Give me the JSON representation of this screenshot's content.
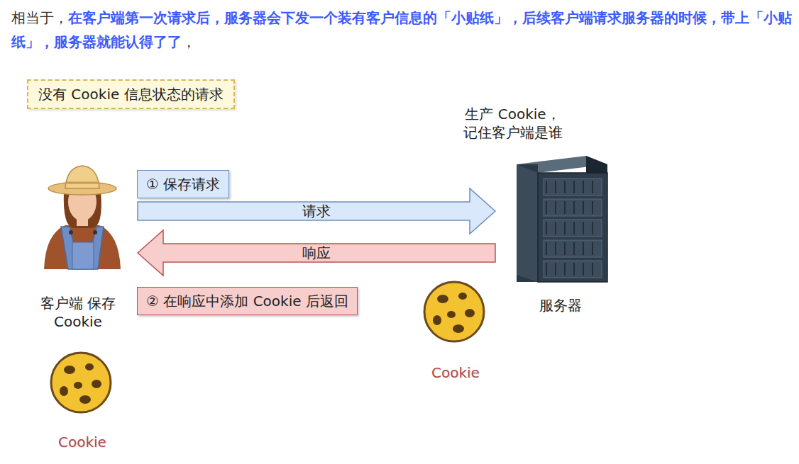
{
  "diagram": {
    "nodes": [
      {
        "text": [
          "没有 Cookie 信息状态的请求"
        ]
      },
      {
        "text": [
          "客户端 保存 Cookie"
        ]
      },
      {
        "text": [
          "① 保存请求"
        ]
      },
      {
        "text": [
          "生产 Cookie， 记住客户端是谁",
          "服务器"
        ]
      },
      {
        "text": [
          "② 在响应中添加 Cookie 后返回"
        ]
      }
    ],
    "edges": [
      {
        "from": 1,
        "to": 3,
        "label": "请求",
        "arrow": "to"
      },
      {
        "from": 3,
        "to": 1,
        "label": "响应",
        "arrow": "to"
      }
    ],
    "labels": [
      "相当于，",
      "在客户端第一次请求后，服务器会下发一个装有客户信息的「小贴纸」，后续客户端请求服务器的时候，带上「小贴纸」，服务器就能认得了了",
      "，",
      "Cookie",
      "Cookie"
    ]
  }
}
